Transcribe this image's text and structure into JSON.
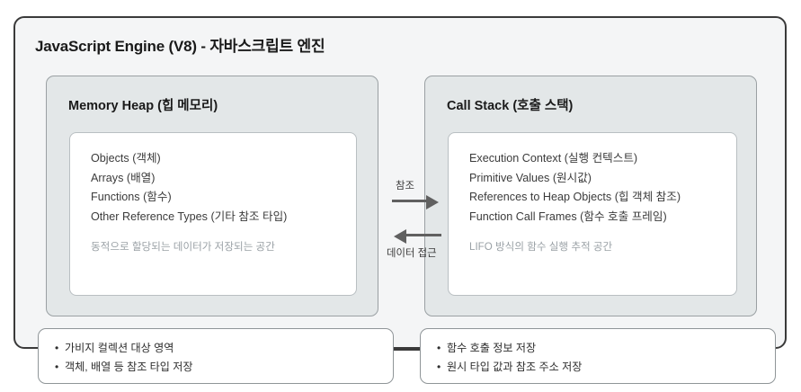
{
  "engine": {
    "title": "JavaScript Engine (V8) - 자바스크립트 엔진",
    "border_color": "#3a3a3a",
    "background_color": "#f4f5f6"
  },
  "panels": [
    {
      "key": "memory_heap",
      "title": "Memory Heap (힙 메모리)",
      "items": [
        "Objects (객체)",
        "Arrays (배열)",
        "Functions (함수)",
        "Other Reference Types (기타 참조 타입)"
      ],
      "note": "동적으로 할당되는 데이터가 저장되는 공간",
      "background_color": "#e3e7e8"
    },
    {
      "key": "call_stack",
      "title": "Call Stack (호출 스택)",
      "items": [
        "Execution Context (실행 컨텍스트)",
        "Primitive Values (원시값)",
        "References to Heap Objects (힙 객체 참조)",
        "Function Call Frames (함수 호출 프레임)"
      ],
      "note": "LIFO 방식의 함수 실행 추적 공간",
      "background_color": "#e3e7e8"
    }
  ],
  "arrows": {
    "to_stack_label": "참조",
    "to_heap_label": "데이터 접근",
    "color": "#606060"
  },
  "notes": [
    {
      "key": "heap_notes",
      "bullets": [
        "가비지 컬렉션 대상 영역",
        "객체, 배열 등 참조 타입 저장"
      ]
    },
    {
      "key": "stack_notes",
      "bullets": [
        "함수 호출 정보 저장",
        "원시 타입 값과 참조 주소 저장"
      ]
    }
  ]
}
